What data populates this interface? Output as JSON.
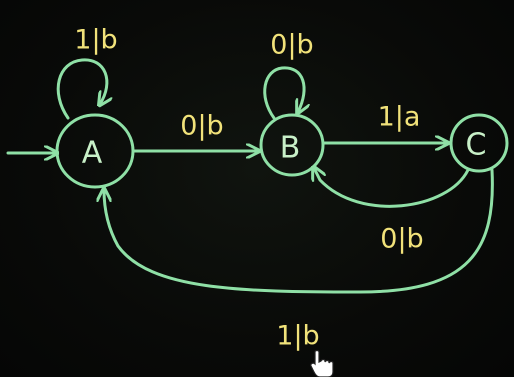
{
  "diagram": {
    "type": "finite-state-machine",
    "colors": {
      "background": "#070806",
      "edges_and_states": "#8fe0a6",
      "transition_labels": "#f1e27a"
    },
    "states": [
      {
        "id": "A",
        "label": "A",
        "initial": true
      },
      {
        "id": "B",
        "label": "B"
      },
      {
        "id": "C",
        "label": "C"
      }
    ],
    "transitions": [
      {
        "id": "a_self",
        "from": "A",
        "to": "A",
        "label": "1|b"
      },
      {
        "id": "a_to_b",
        "from": "A",
        "to": "B",
        "label": "0|b"
      },
      {
        "id": "b_self",
        "from": "B",
        "to": "B",
        "label": "0|b"
      },
      {
        "id": "b_to_c",
        "from": "B",
        "to": "C",
        "label": "1|a"
      },
      {
        "id": "c_to_b",
        "from": "C",
        "to": "B",
        "label": "0|b"
      },
      {
        "id": "c_to_a",
        "from": "C",
        "to": "A",
        "label": "1|b"
      }
    ],
    "cursor": "hand-pointer-icon"
  }
}
